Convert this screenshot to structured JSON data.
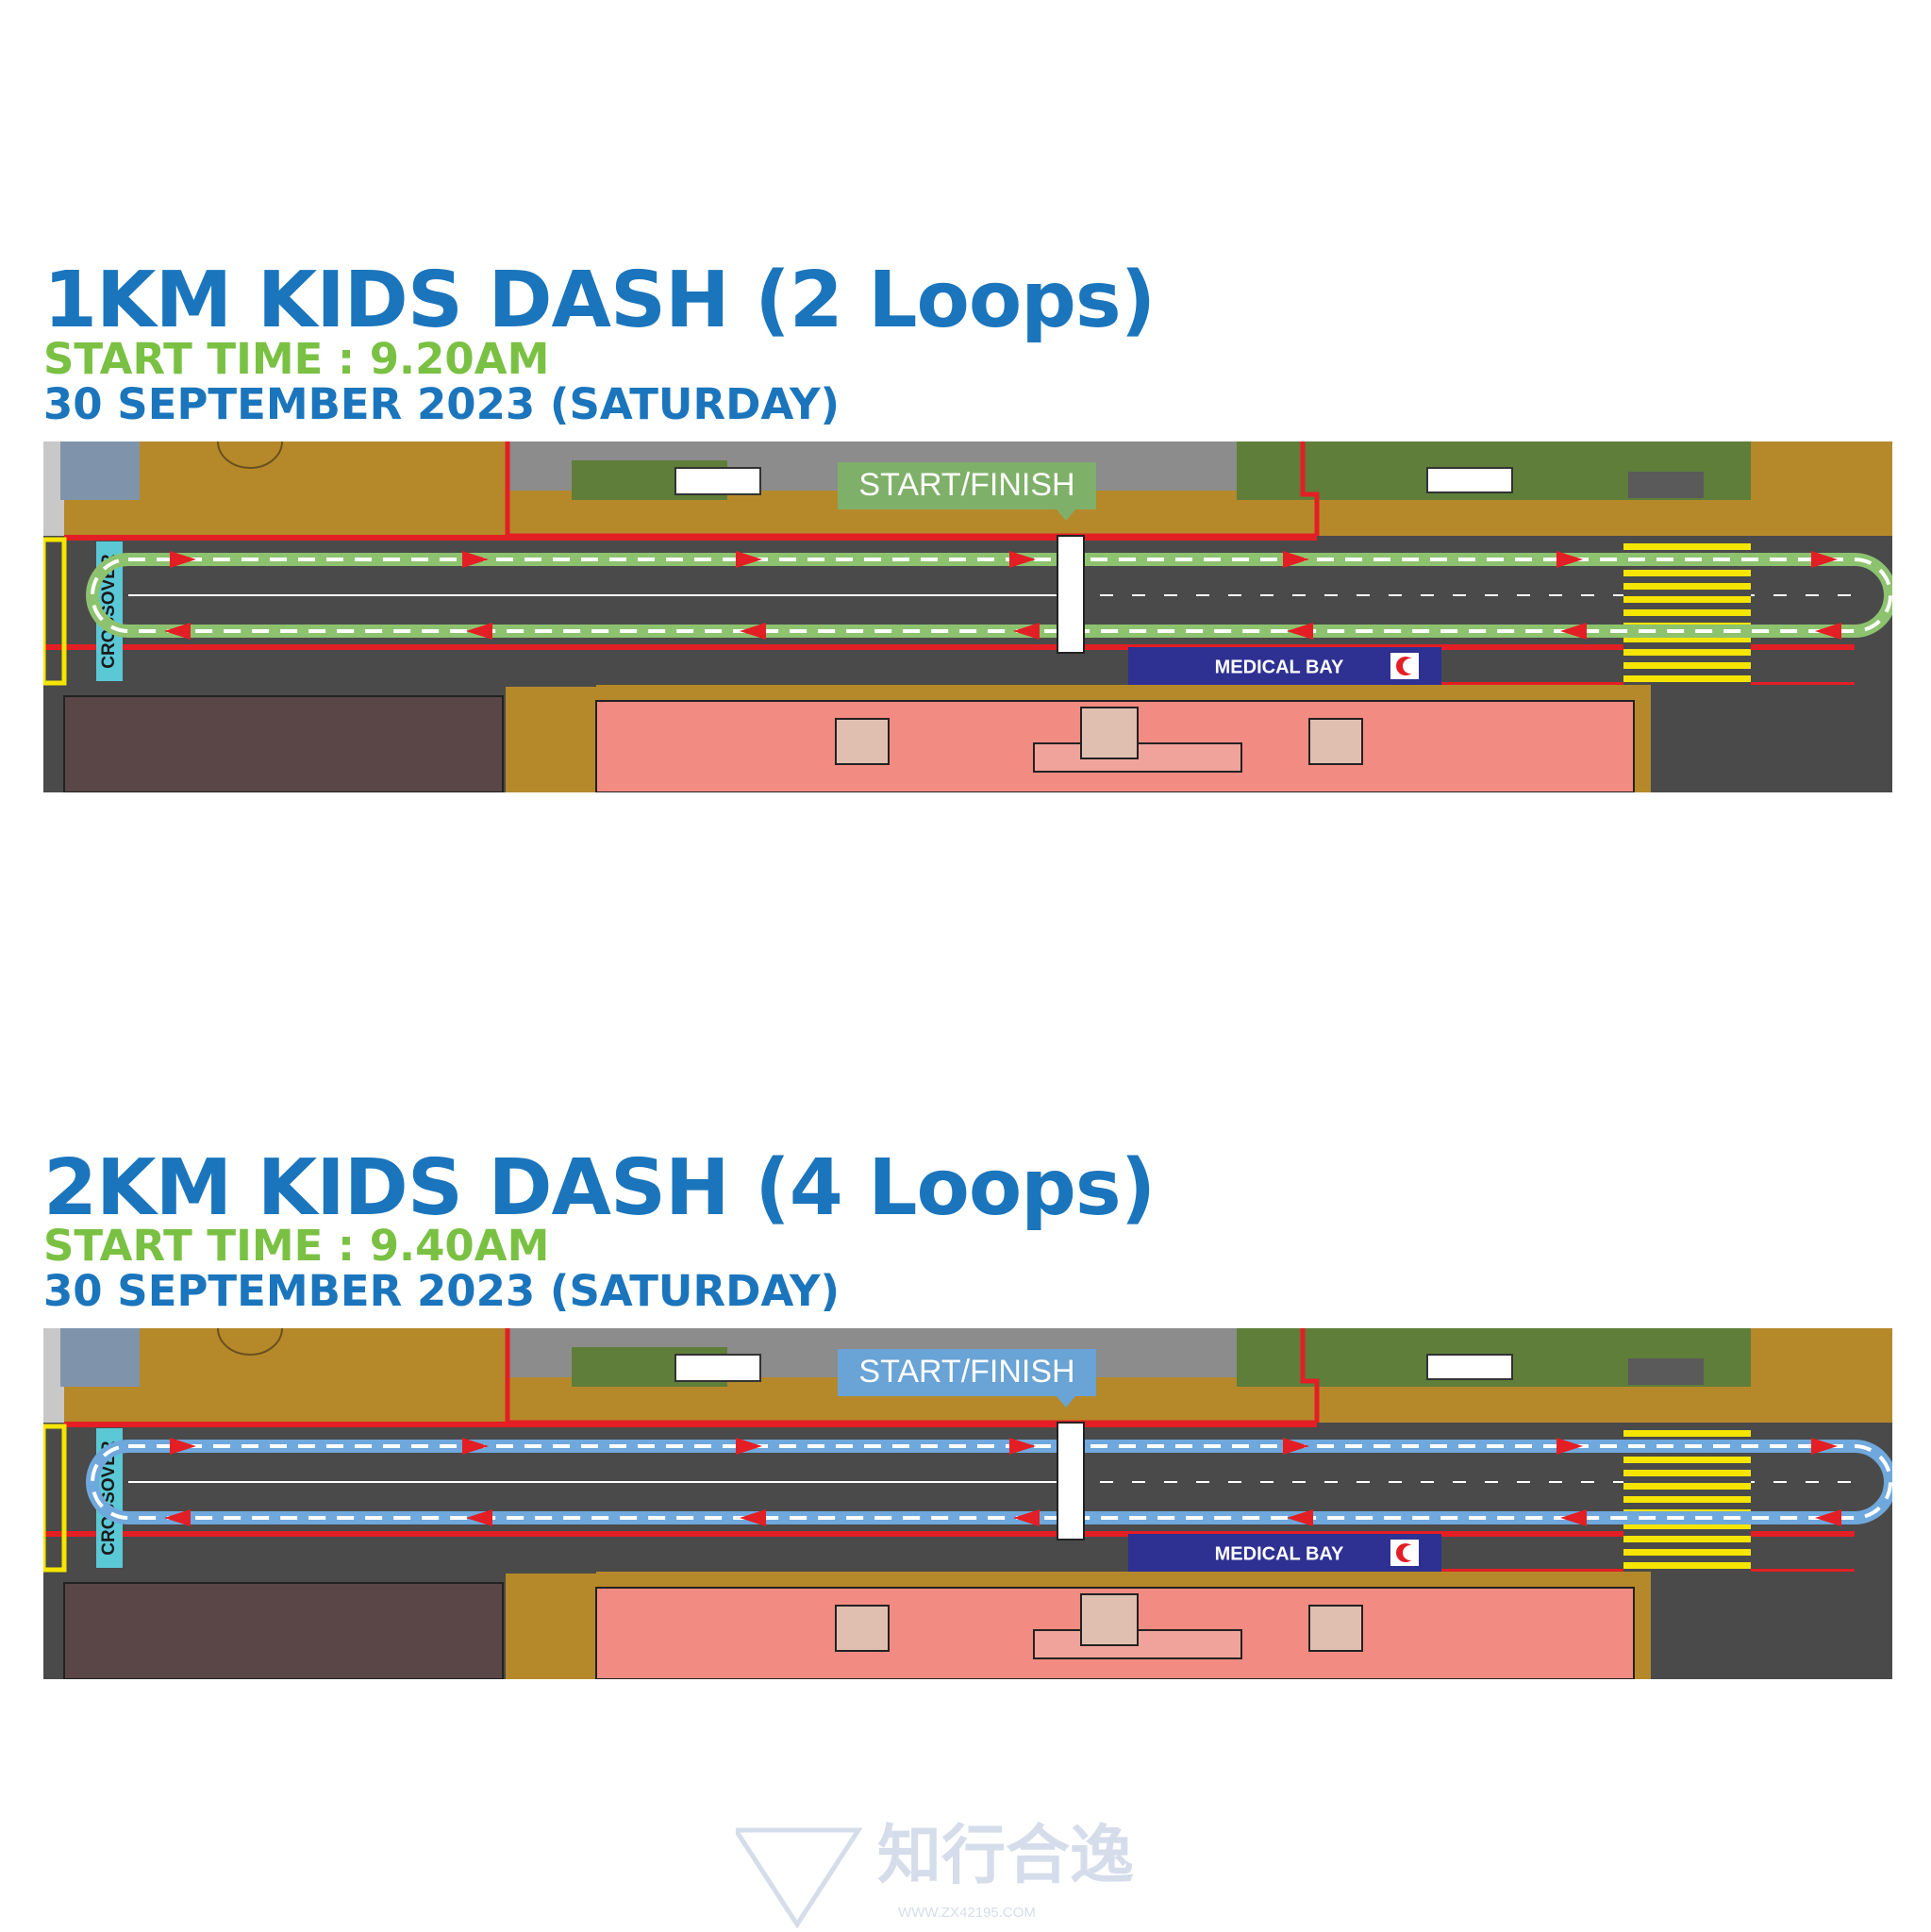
{
  "maps": [
    {
      "title": "1KM KIDS DASH (2 Loops)",
      "start_time": "START TIME : 9.20AM",
      "date": "30 SEPTEMBER 2023 (SATURDAY)",
      "start_finish_label": "START/FINISH",
      "medical_bay_label": "MEDICAL BAY",
      "crossover_label": "CROSSOVER",
      "route_color": "#8dc26f",
      "start_label_bg": "#7fb069"
    },
    {
      "title": "2KM KIDS DASH (4 Loops)",
      "start_time": "START TIME : 9.40AM",
      "date": "30 SEPTEMBER 2023 (SATURDAY)",
      "start_finish_label": "START/FINISH",
      "medical_bay_label": "MEDICAL BAY",
      "crossover_label": "CROSSOVER",
      "route_color": "#6fa8dc",
      "start_label_bg": "#6aa3d5"
    }
  ],
  "watermark": {
    "text": "知行合逸",
    "url": "WWW.ZX42195.COM"
  },
  "colors": {
    "title_blue": "#1b75bc",
    "start_green": "#7ac143",
    "barrier_red": "#e31e24",
    "road": "#4a4a4a",
    "ground": "#b5892a",
    "medical_bay": "#2e3192"
  }
}
